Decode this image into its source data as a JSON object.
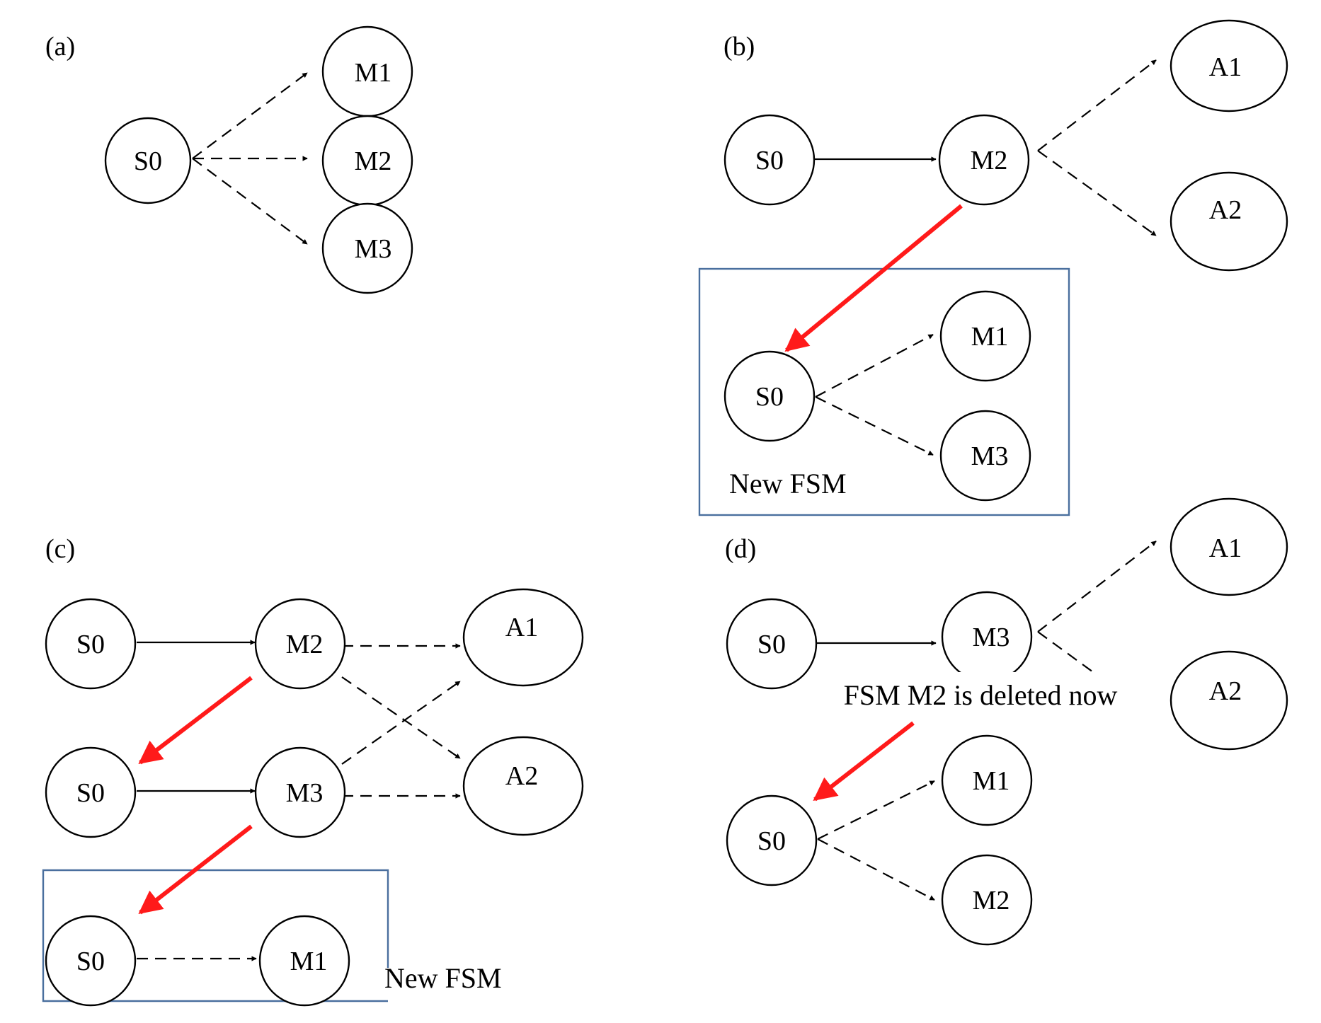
{
  "panels": {
    "a": {
      "label": "(a)",
      "nodes": {
        "s0": "S0",
        "m1": "M1",
        "m2": "M2",
        "m3": "M3"
      }
    },
    "b": {
      "label": "(b)",
      "nodes": {
        "s0": "S0",
        "m2": "M2",
        "a1": "A1",
        "a2": "A2",
        "new_s0": "S0",
        "new_m1": "M1",
        "new_m3": "M3"
      },
      "caption": "New FSM"
    },
    "c": {
      "label": "(c)",
      "nodes": {
        "s0_1": "S0",
        "m2": "M2",
        "a1": "A1",
        "s0_2": "S0",
        "m3": "M3",
        "a2": "A2",
        "s0_3": "S0",
        "m1": "M1"
      },
      "caption": "New FSM"
    },
    "d": {
      "label": "(d)",
      "nodes": {
        "s0": "S0",
        "m3": "M3",
        "a1": "A1",
        "a2": "A2",
        "new_s0": "S0",
        "new_m1": "M1",
        "new_m2": "M2"
      },
      "caption": "FSM M2 is deleted now"
    }
  },
  "colors": {
    "edge": "#000000",
    "transition_arrow": "#ff1a1a",
    "frame": "#4a6f9e"
  }
}
